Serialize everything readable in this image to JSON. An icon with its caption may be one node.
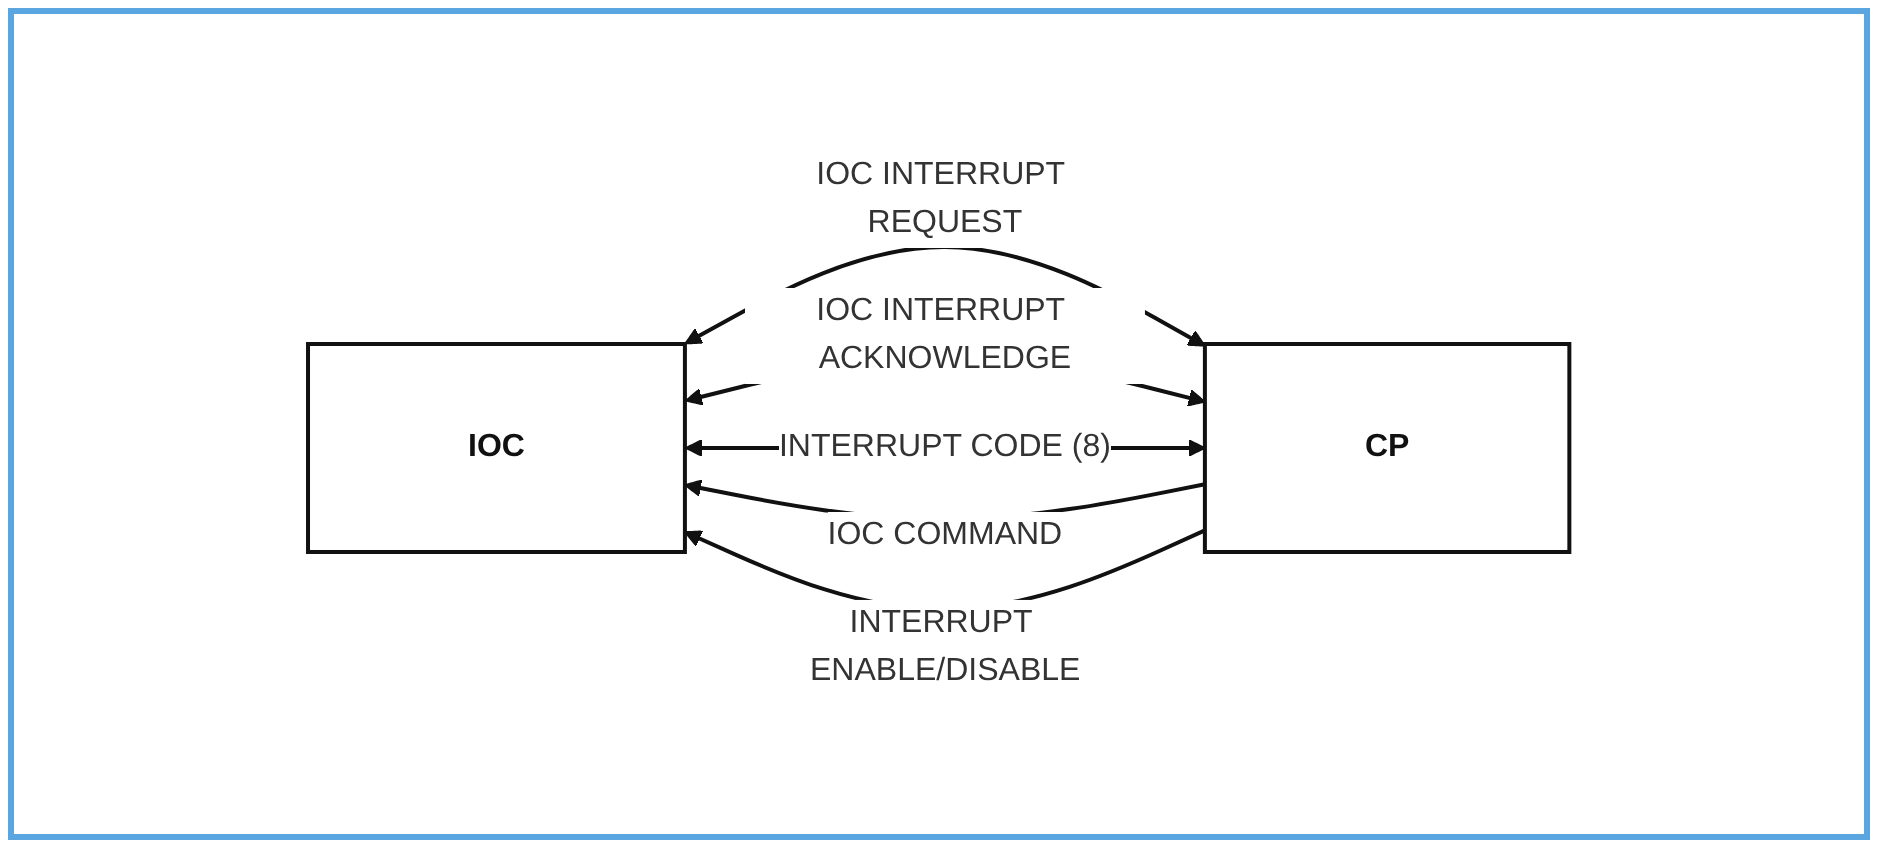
{
  "diagram": {
    "nodes": [
      {
        "text": [
          "IOC"
        ]
      },
      {
        "text": [
          "CP"
        ]
      }
    ],
    "edges": [
      {
        "from": 1,
        "to": 0,
        "arrow": "to",
        "label": "IOC COMMAND"
      },
      {
        "from": 1,
        "to": 0,
        "arrow": "to",
        "label": "INTERRUPT ENABLE/DISABLE"
      },
      {
        "from": 0,
        "to": 1,
        "arrow": "both",
        "label": "IOC INTERRUPT REQUEST"
      },
      {
        "from": 0,
        "to": 1,
        "arrow": "both",
        "label": "IOC INTERRUPT ACKNOWLEDGE"
      },
      {
        "from": 0,
        "to": 1,
        "arrow": "both",
        "label": "INTERRUPT CODE (8)"
      }
    ]
  }
}
